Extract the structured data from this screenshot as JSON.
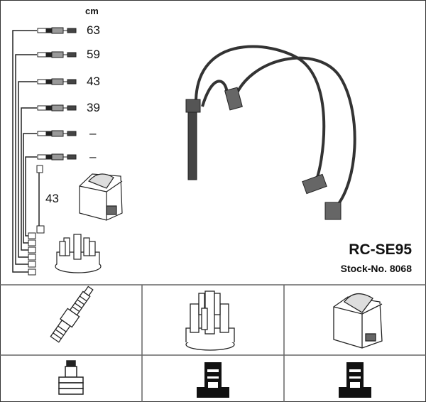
{
  "unit_label": "cm",
  "leads": [
    {
      "length": "63"
    },
    {
      "length": "59"
    },
    {
      "length": "43"
    },
    {
      "length": "39"
    },
    {
      "length": "–"
    },
    {
      "length": "–"
    }
  ],
  "coil_lead_length": "43",
  "product": {
    "code": "RC-SE95",
    "stock_number": "Stock-No. 8068"
  }
}
